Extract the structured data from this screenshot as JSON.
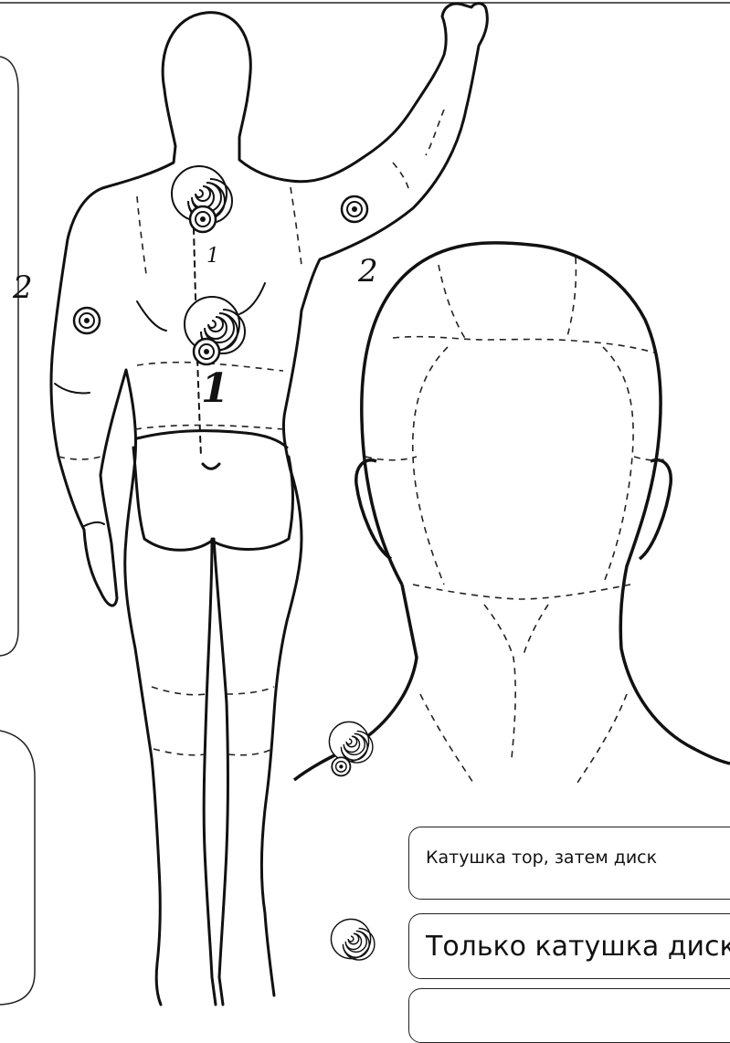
{
  "diagram": {
    "markers": [
      {
        "id": "upper-back",
        "label": "1"
      },
      {
        "id": "lower-back",
        "label": "1"
      },
      {
        "id": "right-arm",
        "label": "2"
      },
      {
        "id": "left-arm",
        "label": "2"
      }
    ]
  },
  "legend": {
    "items": [
      {
        "icon": "coil-with-disc-icon",
        "text": "Катушка тор, затем диск"
      },
      {
        "icon": "coil-icon",
        "text": "Только катушка диск"
      },
      {
        "icon": "",
        "text": ""
      }
    ]
  },
  "colors": {
    "line": "#111111",
    "background": "#ffffff",
    "dash": "#222222"
  }
}
